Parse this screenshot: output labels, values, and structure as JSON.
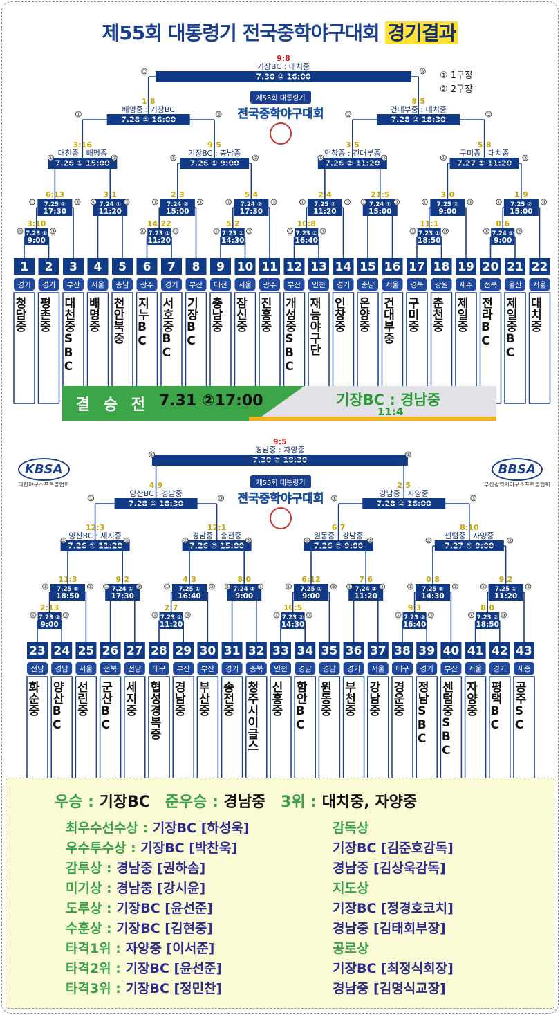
{
  "title": {
    "main": "제55회 대통령기 전국중학야구대회",
    "highlight": "경기결과"
  },
  "legend": {
    "field1": "① 1구장",
    "field2": "② 2구장"
  },
  "emblem": {
    "top": "제55회 대통령기",
    "name": "전국중학야구대회"
  },
  "logos": {
    "left_mark": "KBSA",
    "left_caption": "대한야구소프트볼협회",
    "right_mark": "BBSA",
    "right_caption": "부산광역시야구소프트볼협회"
  },
  "final": {
    "label": "결 승 전",
    "time": "7.31 ②17:00",
    "teams": "기장BC : 경남중",
    "score": "11:4"
  },
  "top_bracket": {
    "slots": [
      {
        "num": "1",
        "region": "경기",
        "name": "청담중"
      },
      {
        "num": "2",
        "region": "경기",
        "name": "평촌중"
      },
      {
        "num": "3",
        "region": "부산",
        "name": "대천중SBC"
      },
      {
        "num": "4",
        "region": "서울",
        "name": "배명중"
      },
      {
        "num": "5",
        "region": "충남",
        "name": "천안북중"
      },
      {
        "num": "6",
        "region": "광주",
        "name": "지누BC"
      },
      {
        "num": "7",
        "region": "경기",
        "name": "서호중BC"
      },
      {
        "num": "8",
        "region": "부산",
        "name": "기장BC"
      },
      {
        "num": "9",
        "region": "대전",
        "name": "충남중"
      },
      {
        "num": "10",
        "region": "서울",
        "name": "잠신중"
      },
      {
        "num": "11",
        "region": "광주",
        "name": "진흥중"
      },
      {
        "num": "12",
        "region": "부산",
        "name": "개성중SBC"
      },
      {
        "num": "13",
        "region": "인천",
        "name": "재능야구단"
      },
      {
        "num": "14",
        "region": "경기",
        "name": "인창중"
      },
      {
        "num": "15",
        "region": "충남",
        "name": "온양중"
      },
      {
        "num": "16",
        "region": "서울",
        "name": "건대부중"
      },
      {
        "num": "17",
        "region": "경북",
        "name": "구미중"
      },
      {
        "num": "18",
        "region": "강원",
        "name": "춘천중"
      },
      {
        "num": "19",
        "region": "제주",
        "name": "제일중"
      },
      {
        "num": "20",
        "region": "전북",
        "name": "전라BC"
      },
      {
        "num": "21",
        "region": "울산",
        "name": "제일중BC"
      },
      {
        "num": "22",
        "region": "서울",
        "name": "대치중"
      }
    ],
    "matches": [
      {
        "id": "m1",
        "info": "7.23 ① 9:00",
        "score": "3:10",
        "teams": ""
      },
      {
        "id": "m2",
        "info": "7.25 ② 17:30",
        "score": "6:13",
        "teams": ""
      },
      {
        "id": "m3",
        "info": "7.24 ① 11:20",
        "score": "3:1",
        "teams": ""
      },
      {
        "id": "m4",
        "info": "7.23 ① 11:20",
        "score": "14:22",
        "teams": ""
      },
      {
        "id": "m5",
        "info": "7.24 ② 15:00",
        "score": "2:3",
        "teams": ""
      },
      {
        "id": "m6",
        "info": "7.23 ① 14:30",
        "score": "5:2",
        "teams": ""
      },
      {
        "id": "m7",
        "info": "7.24 ② 17:30",
        "score": "5:4",
        "teams": ""
      },
      {
        "id": "m8",
        "info": "7.23 ① 16:40",
        "score": "10:8",
        "teams": ""
      },
      {
        "id": "m9",
        "info": "7.25 ② 11:20",
        "score": "2:4",
        "teams": ""
      },
      {
        "id": "m10",
        "info": "7.24 ① 15:00",
        "score": "21:5",
        "teams": ""
      },
      {
        "id": "m11",
        "info": "7.23 ① 18:50",
        "score": "11:1",
        "teams": ""
      },
      {
        "id": "m12",
        "info": "7.25 ② 9:00",
        "score": "3:0",
        "teams": ""
      },
      {
        "id": "m13",
        "info": "7.24 ① 9:00",
        "score": "0:6",
        "teams": ""
      },
      {
        "id": "m14",
        "info": "7.25 ② 15:00",
        "score": "1:9",
        "teams": ""
      },
      {
        "id": "q1",
        "info": "7.26 ① 15:00",
        "score": "3:16",
        "teams": "대천중 : 배명중"
      },
      {
        "id": "q2",
        "info": "7.26 ① 9:00",
        "score": "9:5",
        "teams": "기장BC : 충남중"
      },
      {
        "id": "q3",
        "info": "7.26 ② 11:20",
        "score": "3:5",
        "teams": "인창중 : 건대부중"
      },
      {
        "id": "q4",
        "info": "7.27 ① 11:20",
        "score": "5:8",
        "teams": "구미중 : 대치중"
      },
      {
        "id": "s1",
        "info": "7.28 ① 16:00",
        "score": "1:8",
        "teams": "배명중 : 기장BC"
      },
      {
        "id": "s2",
        "info": "7.28 ② 18:30",
        "score": "8:5",
        "teams": "건대부중 : 대치중"
      },
      {
        "id": "f",
        "info": "7.30 ② 16:00",
        "score": "9:8",
        "teams": "기장BC : 대치중"
      }
    ]
  },
  "bottom_bracket": {
    "slots": [
      {
        "num": "23",
        "region": "전남",
        "name": "화순중"
      },
      {
        "num": "24",
        "region": "경남",
        "name": "양산BC"
      },
      {
        "num": "25",
        "region": "서울",
        "name": "선린중"
      },
      {
        "num": "26",
        "region": "전북",
        "name": "군산BC"
      },
      {
        "num": "27",
        "region": "전남",
        "name": "세지중"
      },
      {
        "num": "28",
        "region": "대구",
        "name": "협성경복중"
      },
      {
        "num": "29",
        "region": "부산",
        "name": "경남중"
      },
      {
        "num": "30",
        "region": "부산",
        "name": "부산중"
      },
      {
        "num": "31",
        "region": "경기",
        "name": "송전중"
      },
      {
        "num": "32",
        "region": "충북",
        "name": "청주시이글스"
      },
      {
        "num": "33",
        "region": "인천",
        "name": "신흥중"
      },
      {
        "num": "34",
        "region": "경남",
        "name": "함안BC"
      },
      {
        "num": "35",
        "region": "경남",
        "name": "원동중"
      },
      {
        "num": "36",
        "region": "경기",
        "name": "부천중"
      },
      {
        "num": "37",
        "region": "서울",
        "name": "강남중"
      },
      {
        "num": "38",
        "region": "대구",
        "name": "경운중"
      },
      {
        "num": "39",
        "region": "경기",
        "name": "정남SBC"
      },
      {
        "num": "40",
        "region": "부산",
        "name": "센텀중SBC"
      },
      {
        "num": "41",
        "region": "서울",
        "name": "자양중"
      },
      {
        "num": "42",
        "region": "경기",
        "name": "평택BC"
      },
      {
        "num": "43",
        "region": "세종",
        "name": "공주SC"
      }
    ],
    "matches": [
      {
        "id": "m1",
        "info": "7.23 ② 9:00",
        "score": "2:13",
        "teams": ""
      },
      {
        "id": "m2",
        "info": "7.25 ① 18:50",
        "score": "11:3",
        "teams": ""
      },
      {
        "id": "m3",
        "info": "7.24 ① 17:30",
        "score": "9:2",
        "teams": ""
      },
      {
        "id": "m4",
        "info": "7.23 ② 11:20",
        "score": "2:7",
        "teams": ""
      },
      {
        "id": "m5",
        "info": "7.25 ① 16:40",
        "score": "4:3",
        "teams": ""
      },
      {
        "id": "m6",
        "info": "7.24 ② 9:00",
        "score": "8:0",
        "teams": ""
      },
      {
        "id": "m7",
        "info": "7.23 ② 14:30",
        "score": "16:5",
        "teams": ""
      },
      {
        "id": "m8",
        "info": "7.25 ① 9:00",
        "score": "6:12",
        "teams": ""
      },
      {
        "id": "m9",
        "info": "7.24 ② 11:20",
        "score": "7:6",
        "teams": ""
      },
      {
        "id": "m10",
        "info": "7.23 ② 16:40",
        "score": "9:3",
        "teams": ""
      },
      {
        "id": "m11",
        "info": "7.25 ① 14:30",
        "score": "0:8",
        "teams": ""
      },
      {
        "id": "m12",
        "info": "7.23 ② 18:50",
        "score": "8:0",
        "teams": ""
      },
      {
        "id": "m13",
        "info": "7.25 ① 11:20",
        "score": "9:2",
        "teams": ""
      },
      {
        "id": "q1",
        "info": "7.26 ① 11:20",
        "score": "12:3",
        "teams": "양산BC : 세지중"
      },
      {
        "id": "q2",
        "info": "7.26 ② 15:00",
        "score": "12:1",
        "teams": "경남중 : 송전중"
      },
      {
        "id": "q3",
        "info": "7.26 ② 9:00",
        "score": "6:7",
        "teams": "원동중 : 강남중"
      },
      {
        "id": "q4",
        "info": "7.27 ① 9:00",
        "score": "8:10",
        "teams": "센텀중 : 자양중"
      },
      {
        "id": "s1",
        "info": "7.28 ① 18:30",
        "score": "4:9",
        "teams": "양산BC : 경남중"
      },
      {
        "id": "s2",
        "info": "7.28 ② 16:00",
        "score": "2:5",
        "teams": "강남중 : 자양중"
      },
      {
        "id": "f",
        "info": "7.30 ② 18:30",
        "score": "9:5",
        "teams": "경남중 : 자양중"
      }
    ]
  },
  "awards": {
    "winner_label": "우승 : ",
    "winner": "기장BC",
    "runner_label": "준우승 : ",
    "runner": "경남중",
    "third_label": "3위 : ",
    "third": "대치중, 자양중",
    "left": [
      {
        "label": "최우수선수상 : ",
        "value": "기장BC [하성욱]"
      },
      {
        "label": "우수투수상 : ",
        "value": "기장BC [박찬욱]"
      },
      {
        "label": "감투상 : ",
        "value": "경남중 [권하솜]"
      },
      {
        "label": "미기상 : ",
        "value": "경남중 [강시윤]"
      },
      {
        "label": "도루상 : ",
        "value": "기장BC [윤선준]"
      },
      {
        "label": "수훈상 : ",
        "value": "기장BC [김현중]"
      },
      {
        "label": "타격1위 : ",
        "value": "자양중 [이서준]"
      },
      {
        "label": "타격2위 : ",
        "value": "기장BC [윤선준]"
      },
      {
        "label": "타격3위 : ",
        "value": "기장BC [정민찬]"
      }
    ],
    "right": [
      {
        "kind": "label",
        "text": "감독상"
      },
      {
        "kind": "value",
        "text": "기장BC [김준호감독]"
      },
      {
        "kind": "value",
        "text": "경남중 [김상욱감독]"
      },
      {
        "kind": "label",
        "text": "지도상"
      },
      {
        "kind": "value",
        "text": "기장BC [정경호코치]"
      },
      {
        "kind": "value",
        "text": "경남중 [김태회부장]"
      },
      {
        "kind": "label",
        "text": "공로상"
      },
      {
        "kind": "value",
        "text": "기장BC [최정식회장]"
      },
      {
        "kind": "value",
        "text": "경남중 [김명식교장]"
      }
    ]
  }
}
